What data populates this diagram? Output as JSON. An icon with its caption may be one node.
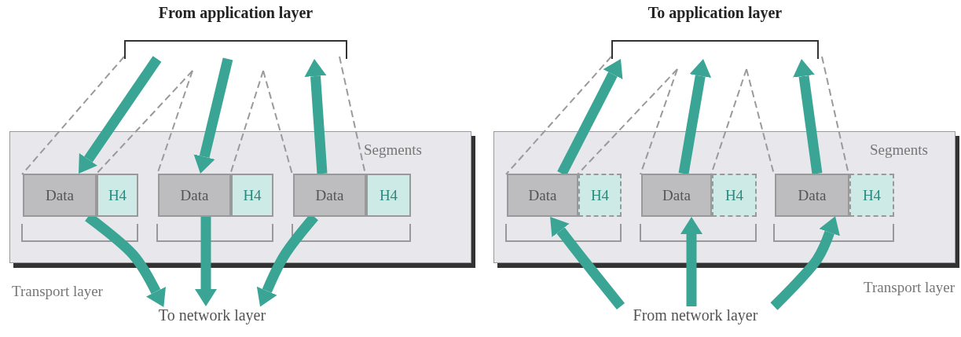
{
  "diagram": {
    "nodes": [
      {
        "text": [
          "From application layer"
        ]
      },
      {
        "text": [
          "Segments"
        ],
        "beside": [
          "Transport layer"
        ]
      },
      {
        "text": [
          "Data"
        ],
        "in": 1
      },
      {
        "text": [
          "H4"
        ],
        "in": 1
      },
      {
        "text": [
          "Data"
        ],
        "in": 1
      },
      {
        "text": [
          "H4"
        ],
        "in": 1
      },
      {
        "text": [
          "Data"
        ],
        "in": 1
      },
      {
        "text": [
          "H4"
        ],
        "in": 1
      },
      {
        "text": [
          "To network layer"
        ]
      },
      {
        "text": [
          "To application layer"
        ]
      },
      {
        "text": [
          "Segments"
        ],
        "beside": [
          "Transport layer"
        ]
      },
      {
        "text": [
          "Data"
        ],
        "in": 10
      },
      {
        "text": [
          "H4"
        ],
        "in": 10
      },
      {
        "text": [
          "Data"
        ],
        "in": 10
      },
      {
        "text": [
          "H4"
        ],
        "in": 10
      },
      {
        "text": [
          "Data"
        ],
        "in": 10
      },
      {
        "text": [
          "H4"
        ],
        "in": 10
      },
      {
        "text": [
          "From network layer"
        ]
      }
    ],
    "edges": [
      {
        "from": 0,
        "to": 2,
        "arrow": "to"
      },
      {
        "from": 0,
        "to": 4,
        "arrow": "to"
      },
      {
        "from": 6,
        "to": 0,
        "arrow": "to"
      },
      {
        "from": 2,
        "to": 8,
        "arrow": "to"
      },
      {
        "from": 4,
        "to": 8,
        "arrow": "to"
      },
      {
        "from": 6,
        "to": 8,
        "arrow": "to"
      },
      {
        "from": 11,
        "to": 9,
        "arrow": "to"
      },
      {
        "from": 13,
        "to": 9,
        "arrow": "to"
      },
      {
        "from": 15,
        "to": 9,
        "arrow": "to"
      },
      {
        "from": 17,
        "to": 11,
        "arrow": "to"
      },
      {
        "from": 17,
        "to": 13,
        "arrow": "to"
      },
      {
        "from": 17,
        "to": 15,
        "arrow": "to"
      }
    ]
  }
}
